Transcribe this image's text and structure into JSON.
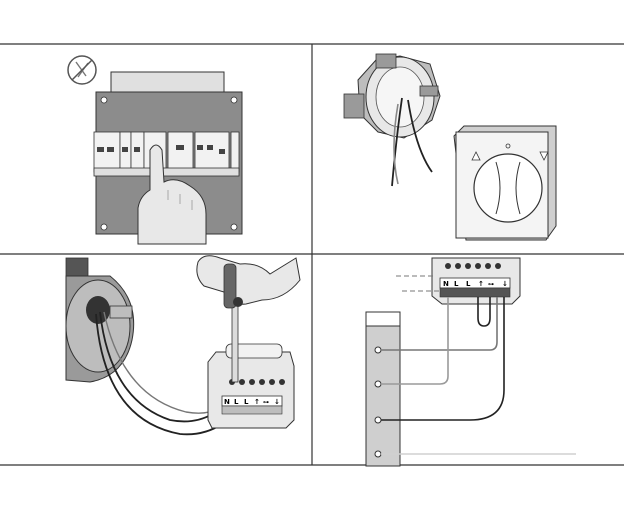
{
  "diagram": {
    "background": "#ffffff",
    "grid_color": "#333333",
    "panel_fill": "#e6e6e6",
    "metal_fill": "#8c8c8c",
    "wire_dark": "#222222",
    "wire_grey": "#9a9a9a",
    "icons": [
      "no-tools-icon",
      "hand-pressing-icon",
      "hand-screwdriver-icon"
    ],
    "terminal_labels_left": [
      "N",
      "L",
      "L",
      "↑",
      "⊶",
      "↓"
    ],
    "terminal_labels_right": [
      "N",
      "L",
      "L",
      "↑",
      "⊶",
      "↓"
    ]
  }
}
